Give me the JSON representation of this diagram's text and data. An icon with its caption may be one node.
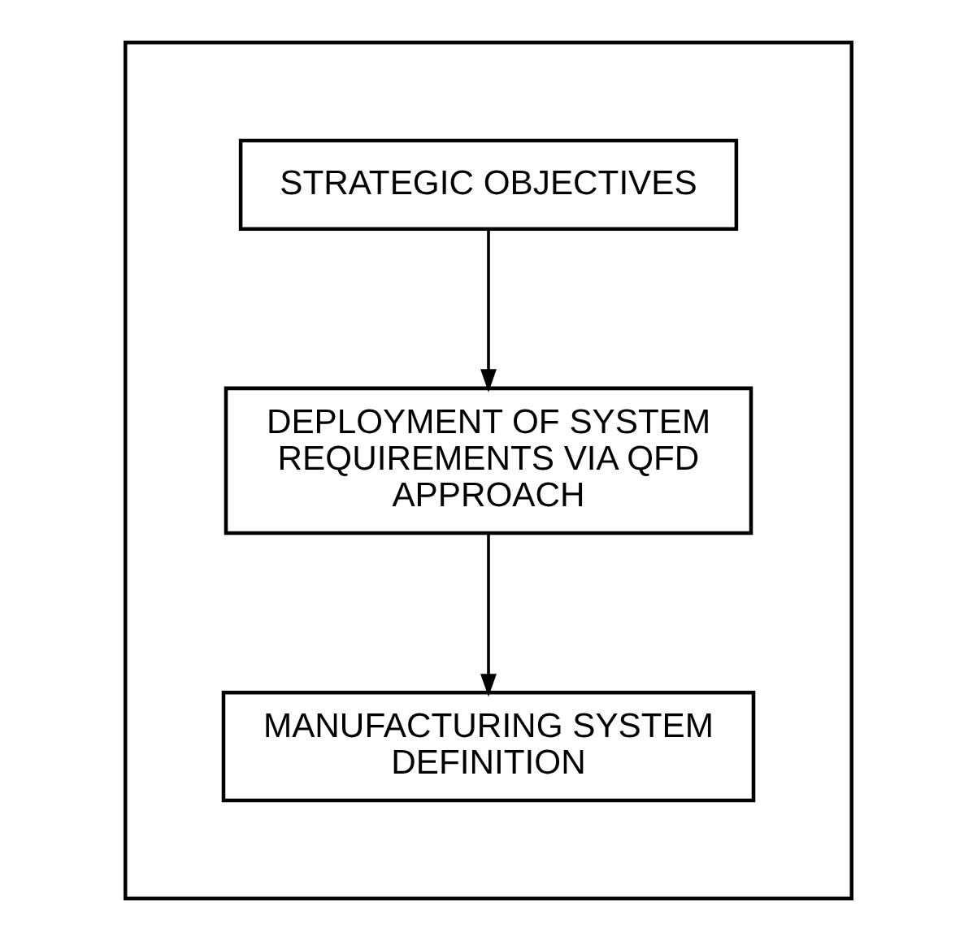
{
  "diagram": {
    "nodes": [
      {
        "text": [],
        "shape": "box"
      },
      {
        "text": [
          "STRATEGIC OBJECTIVES"
        ],
        "in": 0
      },
      {
        "text": [
          "DEPLOYMENT OF SYSTEM REQUIREMENTS VIA QFD APPROACH"
        ],
        "in": 0
      },
      {
        "text": [
          "MANUFACTURING SYSTEM DEFINITION"
        ],
        "in": 0
      }
    ],
    "edges": [
      {
        "from": 1,
        "to": 2,
        "arrow": "to"
      },
      {
        "from": 2,
        "to": 3,
        "arrow": "to"
      }
    ]
  }
}
